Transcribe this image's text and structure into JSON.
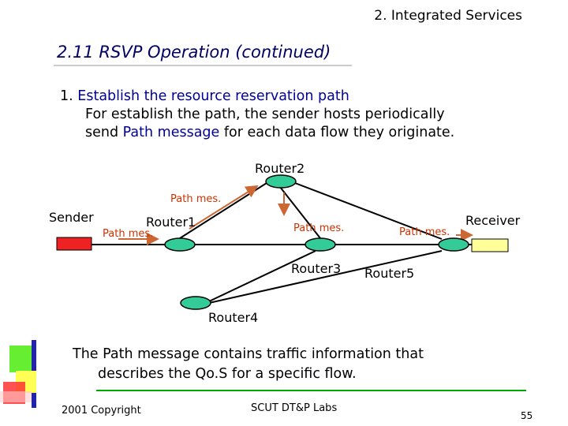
{
  "header": {
    "section": "2. Integrated Services"
  },
  "title": "2.11  RSVP Operation (continued)",
  "bullet": {
    "number": "1.",
    "heading": "Establish the resource reservation path",
    "line1": "For establish the path, the sender hosts periodically",
    "line2_prefix": "send ",
    "line2_highlight": "Path message",
    "line2_suffix": " for each data flow they originate."
  },
  "diagram": {
    "nodes": {
      "router1": "Router1",
      "router2": "Router2",
      "router3": "Router3",
      "router4": "Router4",
      "router5": "Router5",
      "sender": "Sender",
      "receiver": "Receiver"
    },
    "path_label": "Path mes."
  },
  "note": {
    "line1": "The Path message contains traffic information that",
    "line2": "describes the Qo.S for a specific flow."
  },
  "footer": {
    "copyright": "2001 Copyright",
    "lab": "SCUT DT&P Labs",
    "page": "55"
  },
  "colors": {
    "title": "#000066",
    "path_label": "#cc3300",
    "router_fill": "#33cc99",
    "sender_fill": "#ee2222",
    "receiver_fill": "#ffff99",
    "arrow": "#cc6633",
    "rule": "#00aa00"
  }
}
